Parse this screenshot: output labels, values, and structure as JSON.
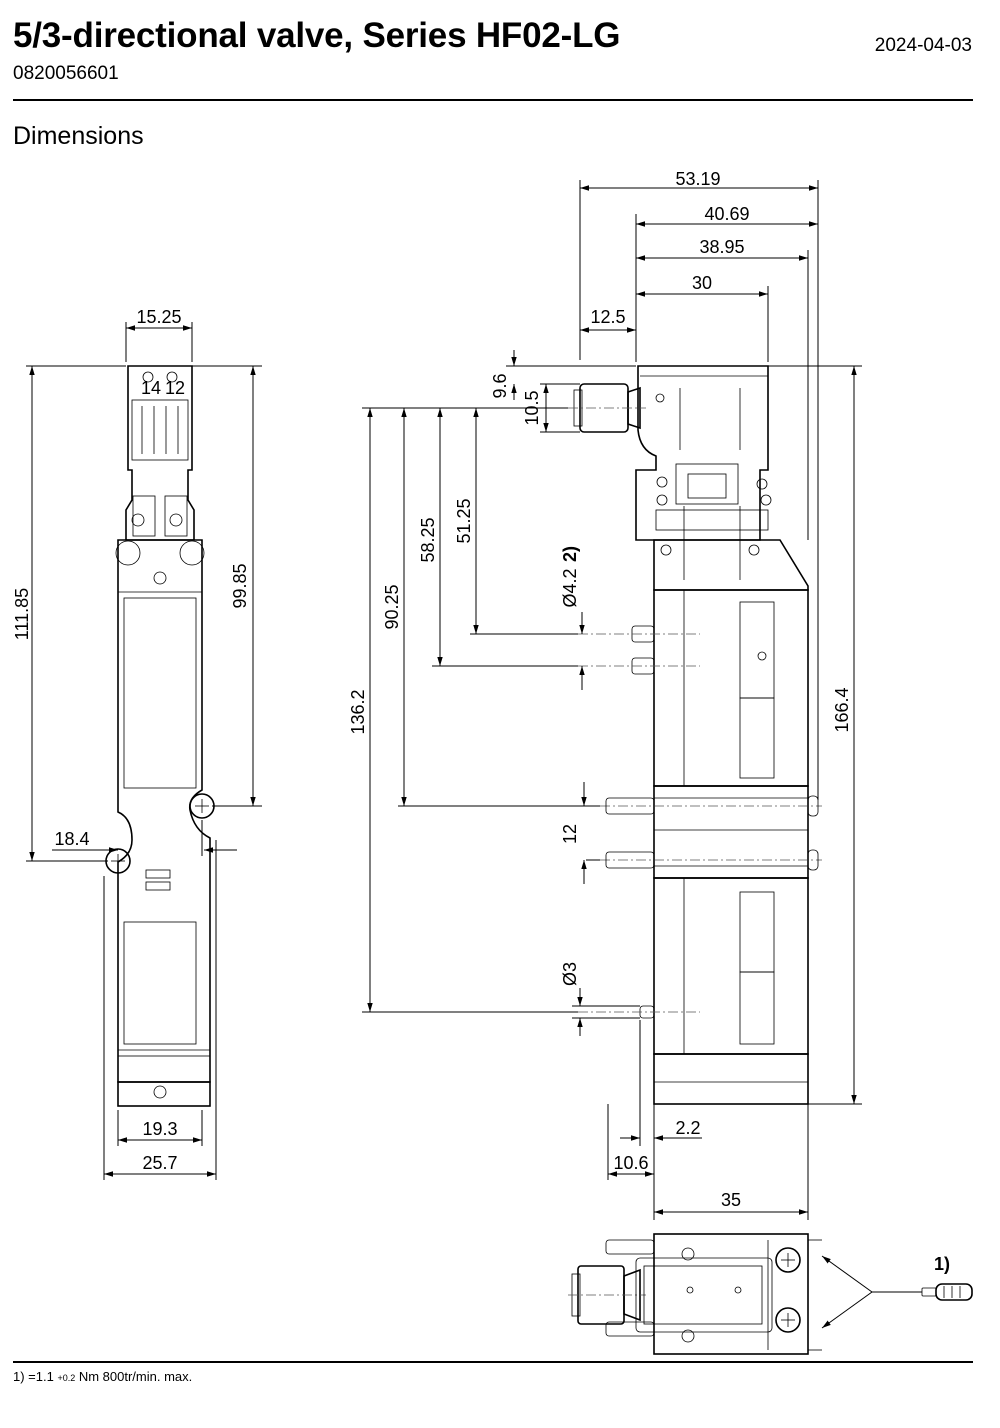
{
  "header": {
    "title": "5/3-directional valve, Series HF02-LG",
    "part_number": "0820056601",
    "date": "2024-04-03"
  },
  "section_title": "Dimensions",
  "front_view": {
    "width_top": "15.25",
    "height_overall": "111.85",
    "height_to_screw": "99.85",
    "screw_offset": "18.4",
    "width_inner": "19.3",
    "width_base": "25.7",
    "label_14": "14",
    "label_12": "12"
  },
  "side_view": {
    "w1": "53.19",
    "w2": "40.69",
    "w3": "38.95",
    "w4": "30",
    "w5": "12.5",
    "h_9_6": "9.6",
    "h_10_5": "10.5",
    "h_58_25": "58.25",
    "h_51_25": "51.25",
    "h_90_25": "90.25",
    "h_136_2": "136.2",
    "h_166_4": "166.4",
    "port_diameter_1": "Ø4.2",
    "port_note": "2)",
    "spacing_12": "12",
    "port_diameter_2": "Ø3",
    "offset_2_2": "2.2",
    "offset_10_6": "10.6",
    "width_35": "35"
  },
  "top_view": {
    "note_marker": "1)"
  },
  "footnote": {
    "prefix": "1) =1.1 ",
    "tolerance": "+0.2",
    "suffix": " Nm 800tr/min. max."
  }
}
